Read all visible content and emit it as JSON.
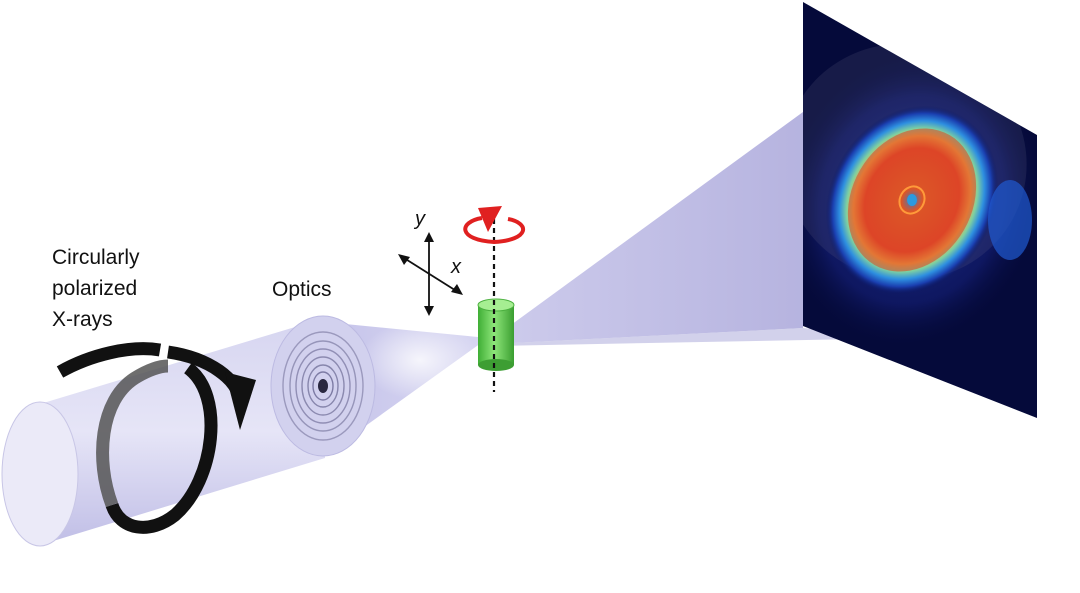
{
  "labels": {
    "source_line1": "Circularly",
    "source_line2": "polarized",
    "source_line3": "X-rays",
    "optics": "Optics",
    "axis_x": "x",
    "axis_y": "y"
  },
  "colors": {
    "beam": "#c9c8ea",
    "beam_dark": "#a9a7d8",
    "sample": "#5fcf4f",
    "rotation_arrow": "#e02020",
    "helix": "#111111",
    "detector_bg": "#050a3a"
  },
  "icons": {
    "helix": "circular-polarization-arrow-icon",
    "rotation": "rotation-arrow-icon",
    "axes": "xy-axes-icon"
  }
}
